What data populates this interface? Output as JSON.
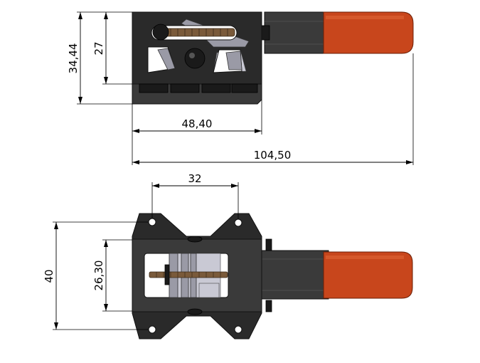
{
  "drawing": {
    "dimensions": {
      "top_overall_height": "34,44",
      "top_inner_height": "27",
      "top_body_length": "48,40",
      "top_overall_length": "104,50",
      "bottom_hole_spacing": "32",
      "bottom_height": "40",
      "bottom_inner_height": "26,30"
    }
  },
  "colors": {
    "body": "#2a2a2a",
    "handle": "#c8461c",
    "steel": "#9a9aa6",
    "background": "#ffffff"
  }
}
